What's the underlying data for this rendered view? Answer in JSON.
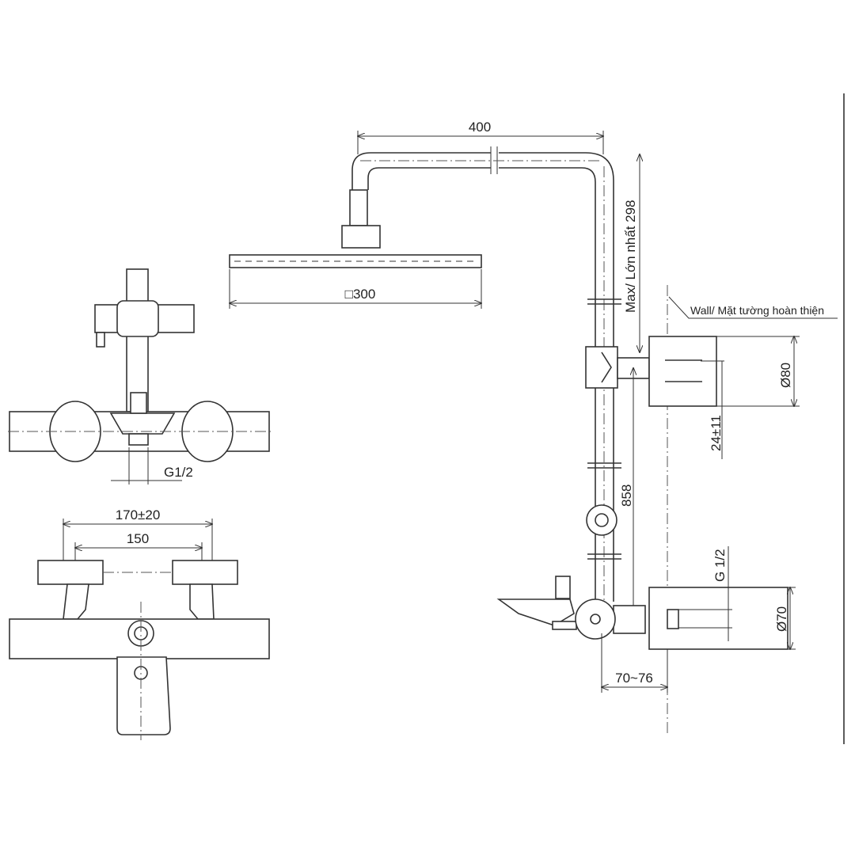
{
  "drawing": {
    "line_color": "#333333",
    "side_view": {
      "arm_length": "400",
      "head_size": "□300",
      "max_height": "Max/ Lớn nhất 298",
      "wall_label": "Wall/ Mặt tường hoàn thiện",
      "bracket_diameter": "Ø80",
      "bracket_offset": "24±11",
      "riser_length": "858",
      "inlet_thread": "G 1/2",
      "mixer_flange_diameter": "Ø70",
      "wall_distance": "70~76"
    },
    "front_view": {
      "outlet_thread": "G1/2",
      "centers_range": "170±20",
      "centers_nominal": "150"
    }
  }
}
